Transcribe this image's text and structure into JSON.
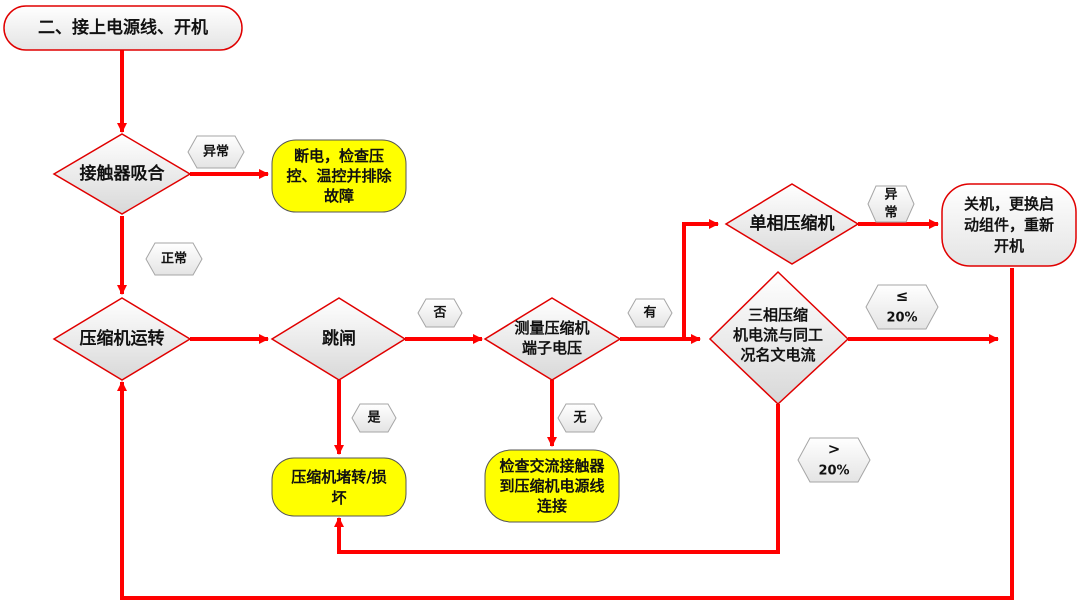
{
  "title": "二、接上电源线、开机",
  "nodes": {
    "contactor": "接触器吸合",
    "check_power": [
      "断电，检查压",
      "控、温控并排除",
      "故障"
    ],
    "compressor_run": "压缩机运转",
    "trip": "跳闸",
    "measure": [
      "测量压缩机",
      "端子电压"
    ],
    "single_phase": "单相压缩机",
    "three_phase": [
      "三相压缩",
      "机电流与同工",
      "况名文电流"
    ],
    "replace": [
      "关机，更换启",
      "动组件，重新",
      "开机"
    ],
    "stuck": [
      "压缩机堵转/损",
      "坏"
    ],
    "check_wiring": [
      "检查交流接触器",
      "到压缩机电源线",
      "连接"
    ]
  },
  "labels": {
    "abnormal_1": "异常",
    "normal": "正常",
    "no": "否",
    "yes": "是",
    "has": "有",
    "none": "无",
    "abnormal_2": [
      "异",
      "常"
    ],
    "le": [
      "≤",
      "20%"
    ],
    "gt": [
      ">",
      "20%"
    ]
  },
  "colors": {
    "arrow": "#ff0000",
    "decision_fill_top": "#ffffff",
    "decision_fill_bottom": "#dcdcdc",
    "result_fill": "#ffff00",
    "label_fill": "#f2f2f2",
    "label_stroke": "#a6a6a6"
  }
}
